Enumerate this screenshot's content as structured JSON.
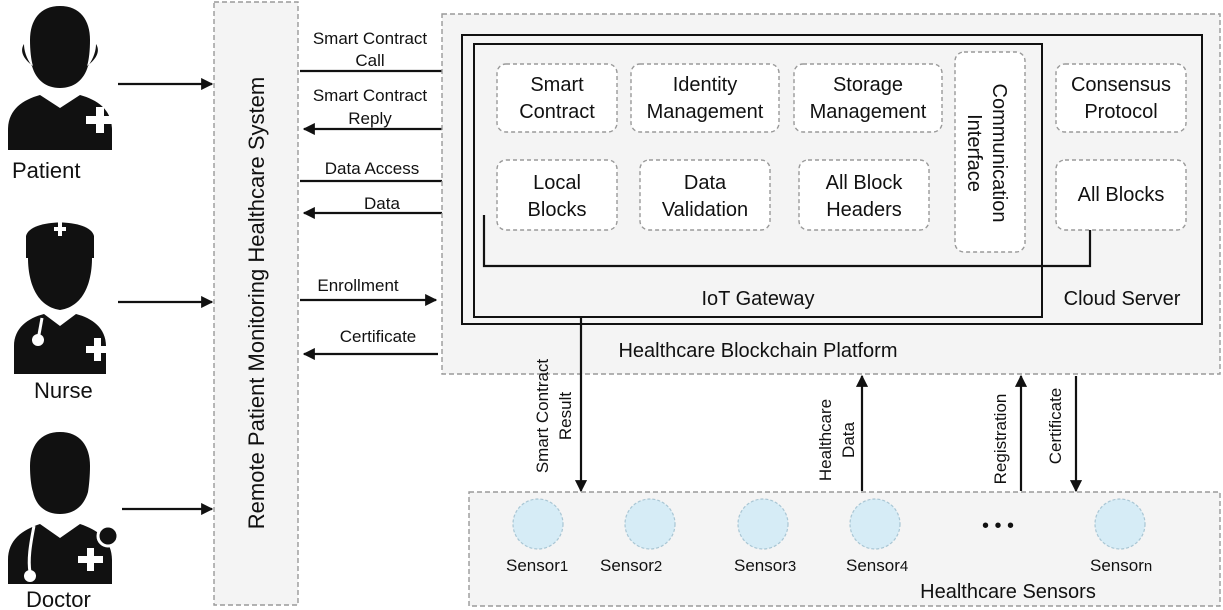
{
  "actors": {
    "patient": "Patient",
    "nurse": "Nurse",
    "doctor": "Doctor"
  },
  "rpm_system": "Remote Patient Monitoring Healthcare System",
  "messages": {
    "sc_call_1": "Smart Contract",
    "sc_call_2": "Call",
    "sc_reply_1": "Smart Contract",
    "sc_reply_2": "Reply",
    "data_access": "Data Access",
    "data": "Data",
    "enrollment": "Enrollment",
    "certificate": "Certificate"
  },
  "platform": {
    "title": "Healthcare Blockchain Platform",
    "iot_gateway": "IoT Gateway",
    "cloud_server": "Cloud Server",
    "smart_contract_1": "Smart",
    "smart_contract_2": "Contract",
    "identity_1": "Identity",
    "identity_2": "Management",
    "storage_1": "Storage",
    "storage_2": "Management",
    "comm_1": "Communication",
    "comm_2": "Interface",
    "local_1": "Local",
    "local_2": "Blocks",
    "validation_1": "Data",
    "validation_2": "Validation",
    "headers_1": "All Block",
    "headers_2": "Headers",
    "consensus_1": "Consensus",
    "consensus_2": "Protocol",
    "all_blocks": "All Blocks"
  },
  "vertical_messages": {
    "sc_result_1": "Smart Contract",
    "sc_result_2": "Result",
    "hc_data_1": "Healthcare",
    "hc_data_2": "Data",
    "registration": "Registration",
    "certificate": "Certificate"
  },
  "sensors": {
    "title": "Healthcare Sensors",
    "base": "Sensor",
    "items": [
      "1",
      "2",
      "3",
      "4",
      "n"
    ],
    "ellipsis": "• • •"
  }
}
